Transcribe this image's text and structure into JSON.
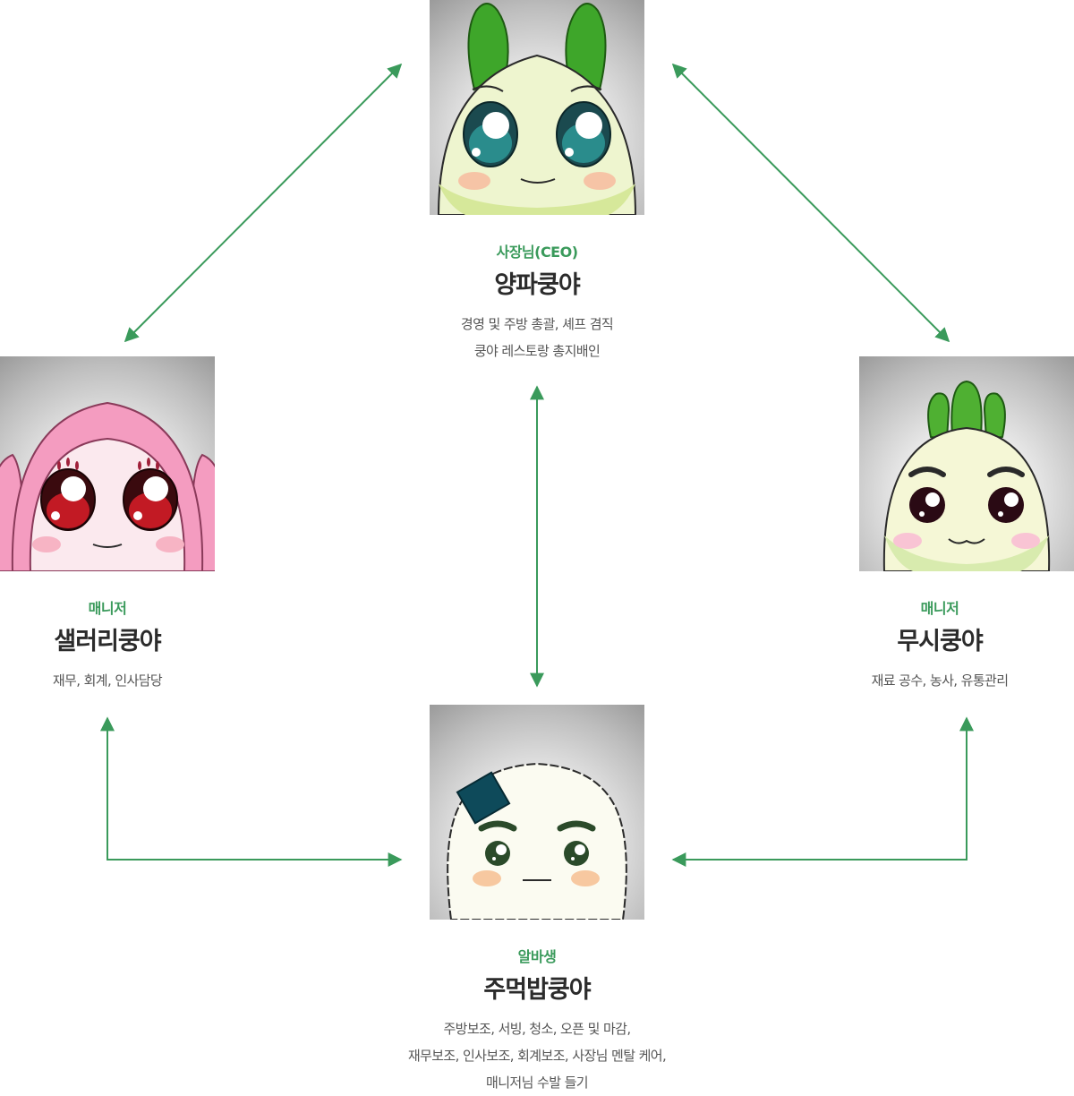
{
  "colors": {
    "accent": "#3a9a5b",
    "arrow": "#3a9a5b",
    "name_text": "#2b2b2b",
    "desc_text": "#555555"
  },
  "members": {
    "ceo": {
      "role": "사장님(CEO)",
      "name": "양파쿵야",
      "desc": [
        "경영 및 주방 총괄, 셰프 겸직",
        "쿵야 레스토랑 총지배인"
      ],
      "portrait": "onion-character"
    },
    "left": {
      "role": "매니저",
      "name": "샐러리쿵야",
      "desc": [
        "재무, 회계, 인사담당"
      ],
      "portrait": "celery-character"
    },
    "right": {
      "role": "매니저",
      "name": "무시쿵야",
      "desc": [
        "재료 공수, 농사, 유통관리"
      ],
      "portrait": "radish-character"
    },
    "bottom": {
      "role": "알바생",
      "name": "주먹밥쿵야",
      "desc": [
        "주방보조, 서빙, 청소, 오픈 및 마감,",
        "재무보조, 인사보조, 회계보조, 사장님 멘탈 케어,",
        "매니저님 수발 들기"
      ],
      "portrait": "riceball-character"
    }
  }
}
